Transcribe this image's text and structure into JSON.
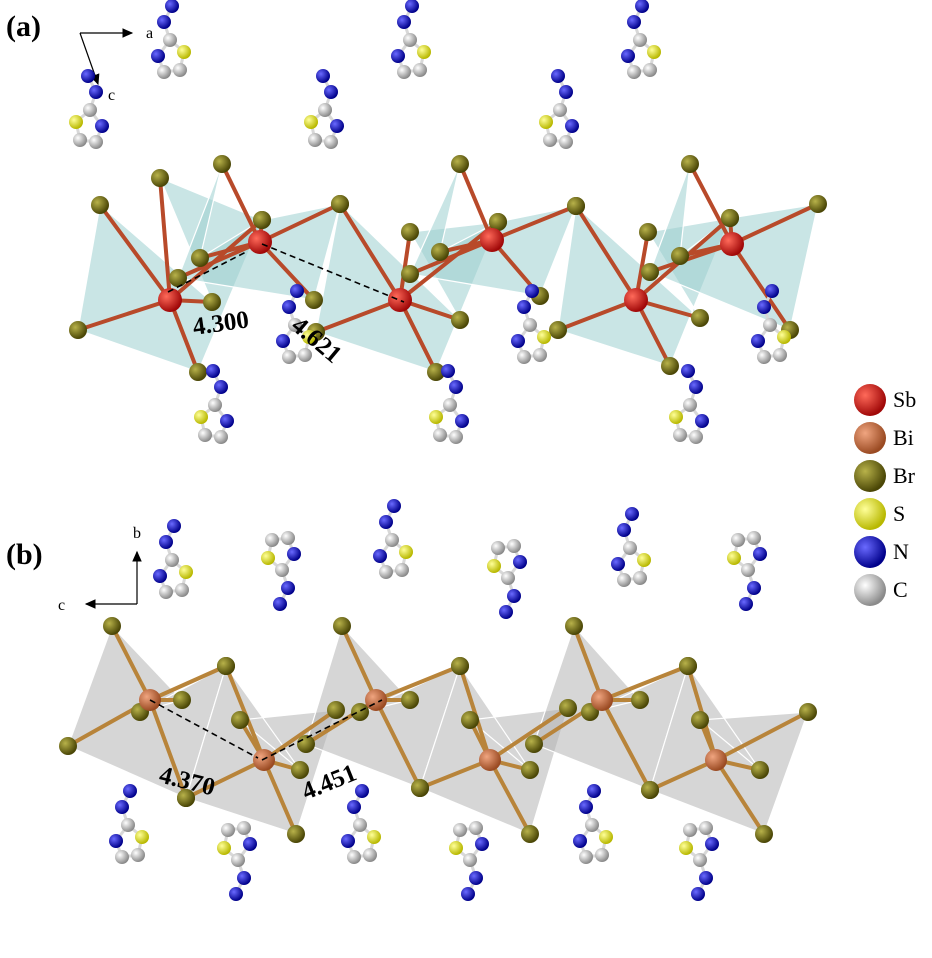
{
  "panels": [
    {
      "id": "a",
      "label": "(a)",
      "axis_h": "a",
      "axis_v": "c",
      "distances": [
        "4.300",
        "4.621"
      ]
    },
    {
      "id": "b",
      "label": "(b)",
      "axis_h": "c",
      "axis_v": "b",
      "distances": [
        "4.370",
        "4.451"
      ]
    }
  ],
  "legend": [
    {
      "symbol": "Sb",
      "color": "#d01010",
      "highlight": "#ff6a5a"
    },
    {
      "symbol": "Bi",
      "color": "#c8683a",
      "highlight": "#f0a580"
    },
    {
      "symbol": "Br",
      "color": "#6e6a10",
      "highlight": "#b8b24a"
    },
    {
      "symbol": "S",
      "color": "#e6e600",
      "highlight": "#ffff99"
    },
    {
      "symbol": "N",
      "color": "#0a0ad0",
      "highlight": "#6a6aff"
    },
    {
      "symbol": "C",
      "color": "#c8c8c8",
      "highlight": "#ffffff"
    }
  ]
}
